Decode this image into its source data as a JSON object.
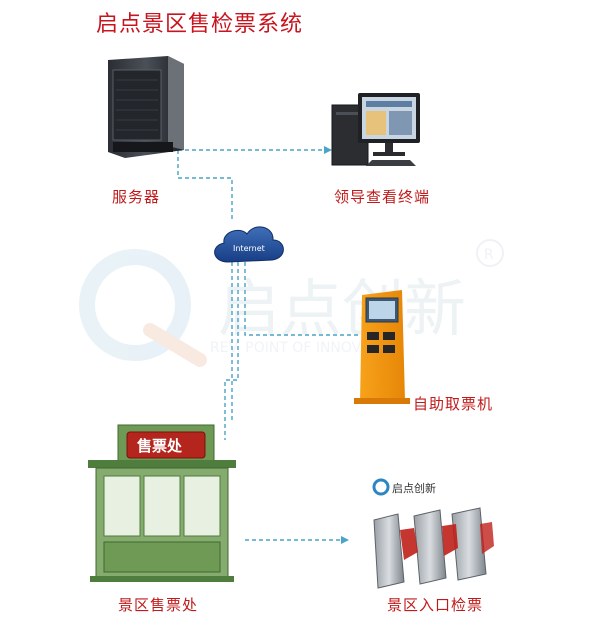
{
  "title": "启点景区售检票系统",
  "nodes": {
    "server": "服务器",
    "leader_terminal": "领导查看终端",
    "kiosk": "自助取票机",
    "ticket_office": "景区售票处",
    "entrance": "景区入口检票"
  },
  "cloud_text": "Internet",
  "booth_sign": "售票处",
  "watermark": {
    "brand_cn": "启点创新",
    "brand_en": "REV. POINT OF INNOVATION",
    "registered_mark": "R"
  },
  "gate_logo": {
    "brand_cn": "启点创新"
  },
  "colors": {
    "title": "#c8141e",
    "labels": "#c01a1a",
    "connector": "#4aa3c8",
    "watermark": "#cfe3ee",
    "booth_green": "#4f7d3d"
  }
}
